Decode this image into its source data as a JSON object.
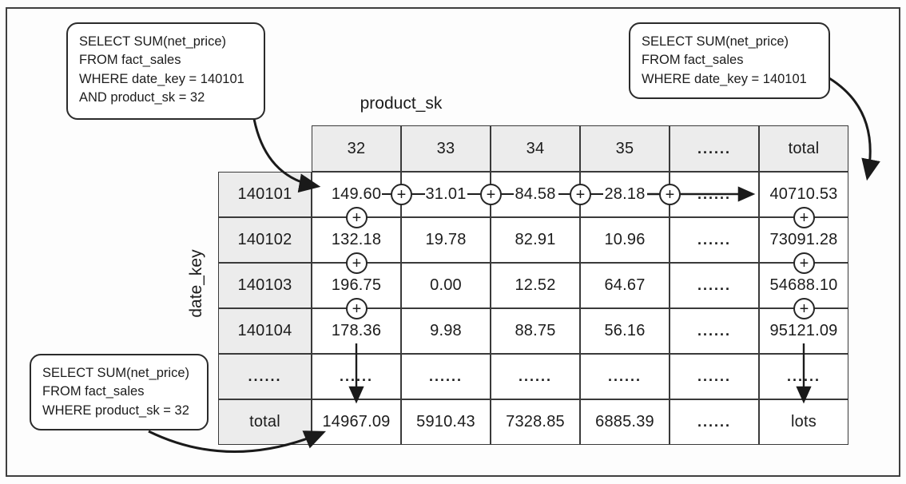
{
  "labels": {
    "col_axis": "product_sk",
    "row_axis": "date_key",
    "plus": "+"
  },
  "callouts": {
    "top_left": {
      "line1": "SELECT SUM(net_price)",
      "line2": "FROM fact_sales",
      "line3": "WHERE date_key = 140101",
      "line4": "AND product_sk = 32"
    },
    "top_right": {
      "line1": "SELECT SUM(net_price)",
      "line2": "FROM fact_sales",
      "line3": "WHERE date_key = 140101"
    },
    "bottom_left": {
      "line1": "SELECT SUM(net_price)",
      "line2": "FROM fact_sales",
      "line3": "WHERE product_sk = 32"
    }
  },
  "table": {
    "col_headers": [
      "32",
      "33",
      "34",
      "35",
      "......",
      "total"
    ],
    "row_headers": [
      "140101",
      "140102",
      "140103",
      "140104",
      "......",
      "total"
    ],
    "rows": [
      [
        "149.60",
        "31.01",
        "84.58",
        "28.18",
        "......",
        "40710.53"
      ],
      [
        "132.18",
        "19.78",
        "82.91",
        "10.96",
        "......",
        "73091.28"
      ],
      [
        "196.75",
        "0.00",
        "12.52",
        "64.67",
        "......",
        "54688.10"
      ],
      [
        "178.36",
        "9.98",
        "88.75",
        "56.16",
        "......",
        "95121.09"
      ],
      [
        "......",
        "......",
        "......",
        "......",
        "......",
        "......"
      ],
      [
        "14967.09",
        "5910.43",
        "7328.85",
        "6885.39",
        "......",
        "lots"
      ]
    ]
  }
}
